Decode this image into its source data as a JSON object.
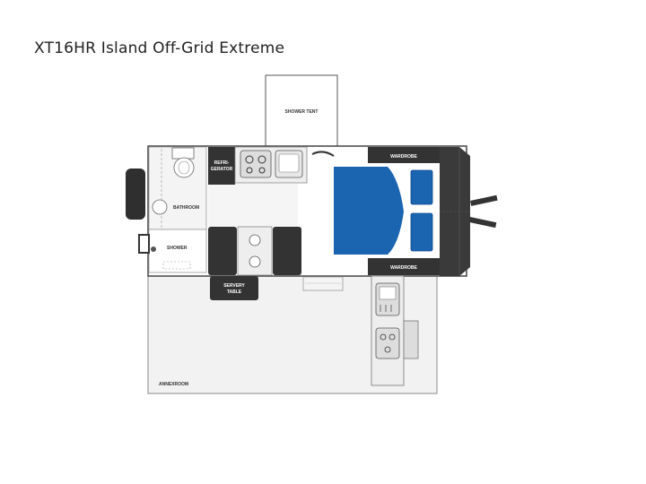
{
  "title": "XT16HR Island Off-Grid Extreme",
  "labels": {
    "shower_tent": "SHOWER TENT",
    "refrigerator_line1": "REFRI-",
    "refrigerator_line2": "GERATOR",
    "bathroom": "BATHROOM",
    "shower": "SHOWER",
    "wardrobe_top": "WARDROBE",
    "wardrobe_bottom": "WARDROBE",
    "servery_line1": "SERVERY",
    "servery_line2": "TABLE",
    "annexroom": "ANNEXROOM"
  },
  "colors": {
    "bed_blue": "#1a64b0",
    "dark": "#333333",
    "outline": "#444444",
    "floor_grey": "#eeeeee",
    "annex_grey": "#f2f2f2"
  }
}
